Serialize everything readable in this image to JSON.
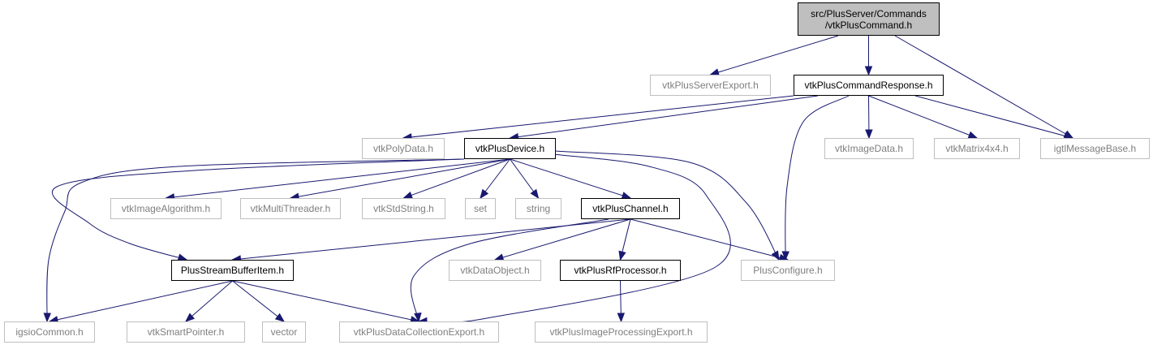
{
  "diagram": {
    "colors": {
      "edge": "#191970",
      "root_fill": "#bfbfbf",
      "external_border": "#bfbfbf",
      "external_text": "#7f7f7f",
      "internal_border": "#000000"
    },
    "nodes": {
      "root": {
        "label": "src/PlusServer/Commands\n/vtkPlusCommand.h",
        "kind": "root"
      },
      "serverExport": {
        "label": "vtkPlusServerExport.h",
        "kind": "external"
      },
      "cmdResponse": {
        "label": "vtkPlusCommandResponse.h",
        "kind": "internal"
      },
      "igtlMsg": {
        "label": "igtlMessageBase.h",
        "kind": "external"
      },
      "polyData": {
        "label": "vtkPolyData.h",
        "kind": "external"
      },
      "device": {
        "label": "vtkPlusDevice.h",
        "kind": "internal"
      },
      "imageData": {
        "label": "vtkImageData.h",
        "kind": "external"
      },
      "matrix4x4": {
        "label": "vtkMatrix4x4.h",
        "kind": "external"
      },
      "imgAlgo": {
        "label": "vtkImageAlgorithm.h",
        "kind": "external"
      },
      "multiThreader": {
        "label": "vtkMultiThreader.h",
        "kind": "external"
      },
      "stdString": {
        "label": "vtkStdString.h",
        "kind": "external"
      },
      "set": {
        "label": "set",
        "kind": "external"
      },
      "string": {
        "label": "string",
        "kind": "external"
      },
      "channel": {
        "label": "vtkPlusChannel.h",
        "kind": "internal"
      },
      "streamBufItem": {
        "label": "PlusStreamBufferItem.h",
        "kind": "internal"
      },
      "dataObject": {
        "label": "vtkDataObject.h",
        "kind": "external"
      },
      "rfProcessor": {
        "label": "vtkPlusRfProcessor.h",
        "kind": "internal"
      },
      "plusConfigure": {
        "label": "PlusConfigure.h",
        "kind": "external"
      },
      "igsioCommon": {
        "label": "igsioCommon.h",
        "kind": "external"
      },
      "smartPointer": {
        "label": "vtkSmartPointer.h",
        "kind": "external"
      },
      "vector": {
        "label": "vector",
        "kind": "external"
      },
      "dataCollExport": {
        "label": "vtkPlusDataCollectionExport.h",
        "kind": "external"
      },
      "imgProcExport": {
        "label": "vtkPlusImageProcessingExport.h",
        "kind": "external"
      }
    },
    "edges": [
      [
        "root",
        "serverExport"
      ],
      [
        "root",
        "cmdResponse"
      ],
      [
        "root",
        "igtlMsg"
      ],
      [
        "cmdResponse",
        "polyData"
      ],
      [
        "cmdResponse",
        "device"
      ],
      [
        "cmdResponse",
        "imageData"
      ],
      [
        "cmdResponse",
        "matrix4x4"
      ],
      [
        "cmdResponse",
        "igtlMsg"
      ],
      [
        "cmdResponse",
        "plusConfigure"
      ],
      [
        "device",
        "imgAlgo"
      ],
      [
        "device",
        "multiThreader"
      ],
      [
        "device",
        "stdString"
      ],
      [
        "device",
        "set"
      ],
      [
        "device",
        "string"
      ],
      [
        "device",
        "channel"
      ],
      [
        "device",
        "streamBufItem"
      ],
      [
        "device",
        "igsioCommon"
      ],
      [
        "device",
        "plusConfigure"
      ],
      [
        "device",
        "dataCollExport"
      ],
      [
        "channel",
        "streamBufItem"
      ],
      [
        "channel",
        "dataObject"
      ],
      [
        "channel",
        "rfProcessor"
      ],
      [
        "channel",
        "plusConfigure"
      ],
      [
        "channel",
        "dataCollExport"
      ],
      [
        "streamBufItem",
        "igsioCommon"
      ],
      [
        "streamBufItem",
        "smartPointer"
      ],
      [
        "streamBufItem",
        "vector"
      ],
      [
        "streamBufItem",
        "dataCollExport"
      ],
      [
        "rfProcessor",
        "imgProcExport"
      ]
    ]
  }
}
